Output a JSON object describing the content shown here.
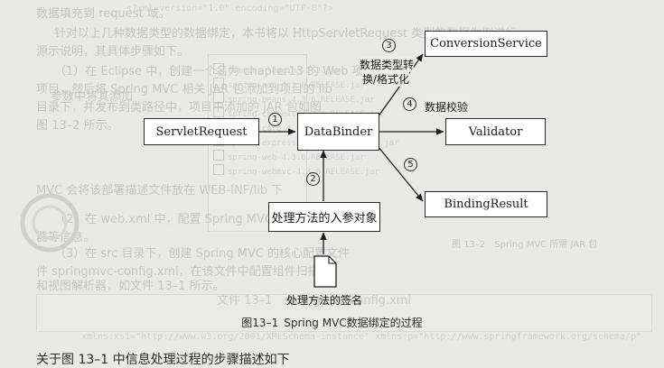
{
  "diagram": {
    "nodes": {
      "servlet_request": "ServletRequest",
      "data_binder": "DataBinder",
      "conversion_service": "ConversionService",
      "validator": "Validator",
      "binding_result": "BindingResult",
      "param_object": "处理方法的入参对象",
      "signature": "处理方法的签名"
    },
    "steps": {
      "s1": "1",
      "s2": "2",
      "s3": "3",
      "s4": "4",
      "s5": "5"
    },
    "edge_labels": {
      "type_conversion_line1": "数据类型转",
      "type_conversion_line2": "换/格式化",
      "validation": "数据校验"
    }
  },
  "caption": {
    "number": "图13–1",
    "title": "Spring MVC数据绑定的过程"
  },
  "body_text": "关于图 13–1 中信息处理过程的步骤描述如下"
}
